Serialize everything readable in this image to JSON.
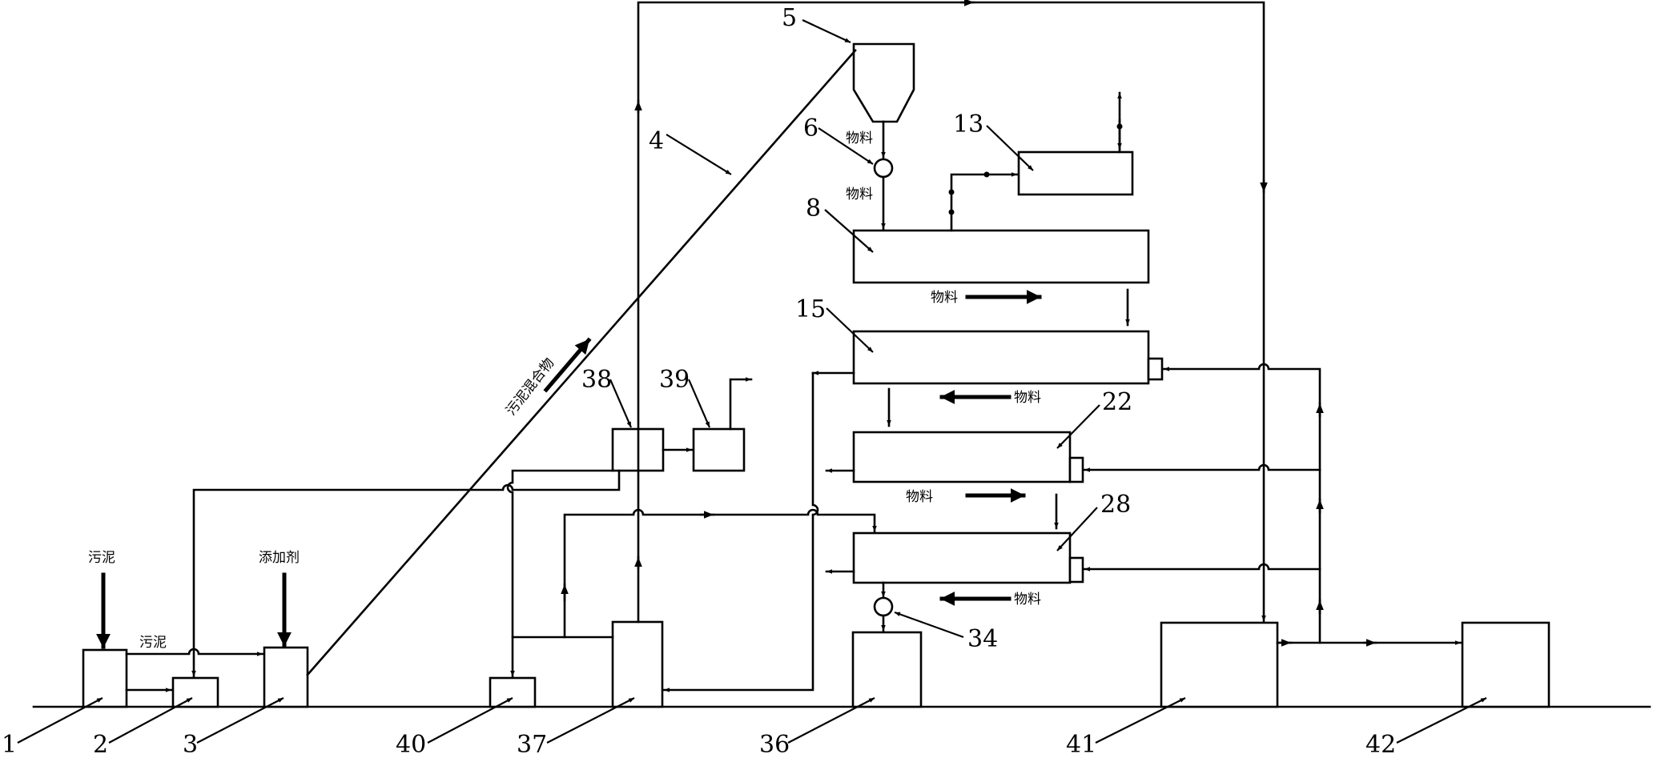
{
  "labels": {
    "sludge": "污泥",
    "additive": "添加剂",
    "sludge_mix": "污泥混合物",
    "material": "物料"
  },
  "numbers": {
    "n1": "1",
    "n2": "2",
    "n3": "3",
    "n4": "4",
    "n5": "5",
    "n6": "6",
    "n8": "8",
    "n13": "13",
    "n15": "15",
    "n22": "22",
    "n28": "28",
    "n34": "34",
    "n36": "36",
    "n37": "37",
    "n38": "38",
    "n39": "39",
    "n40": "40",
    "n41": "41",
    "n42": "42"
  }
}
